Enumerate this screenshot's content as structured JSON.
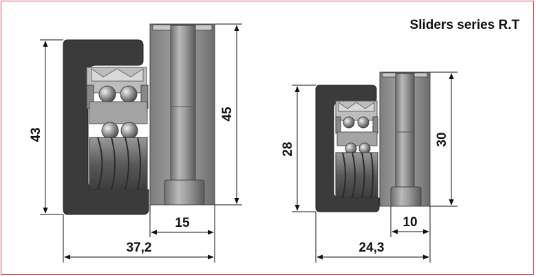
{
  "title": "Sliders series R.T",
  "large": {
    "height_left": "43",
    "height_right": "45",
    "width_total": "37,2",
    "width_shaft": "15"
  },
  "small": {
    "height_left": "28",
    "height_right": "30",
    "width_total": "24,3",
    "width_shaft": "10"
  }
}
